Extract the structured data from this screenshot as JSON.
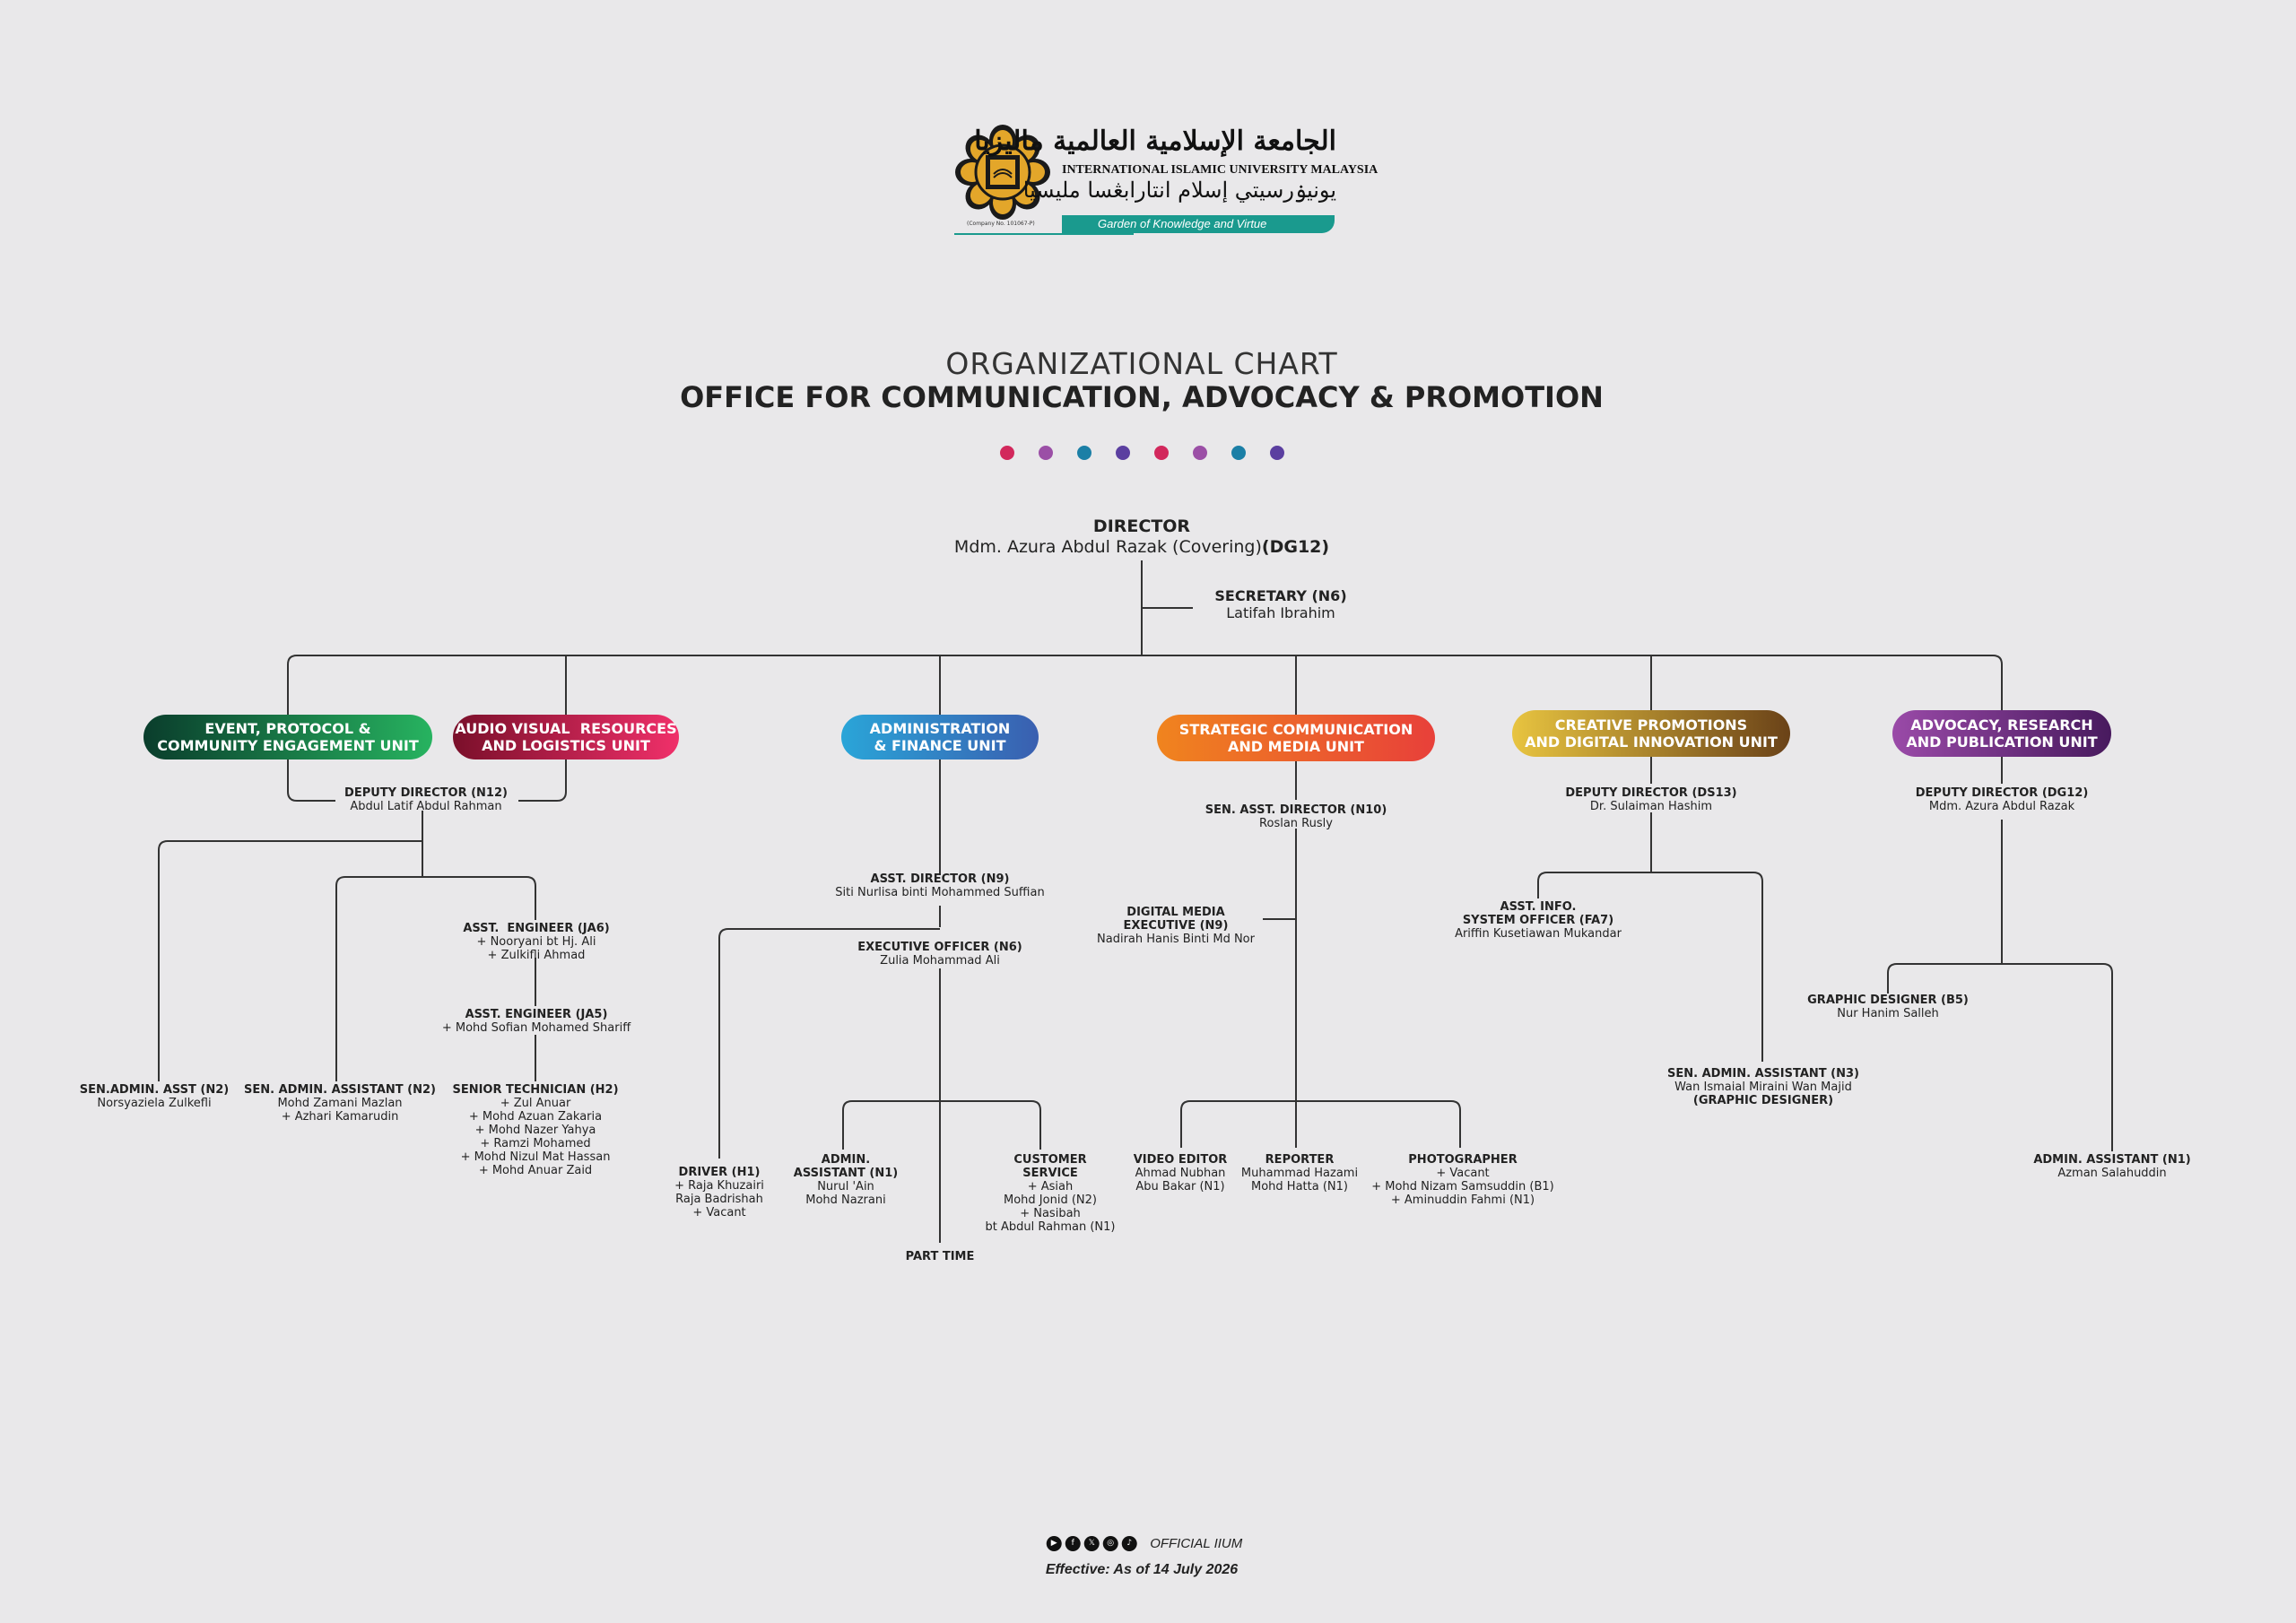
{
  "logo": {
    "arabic": "الجامعة الإسلامية العالمية ماليزيا",
    "english": "INTERNATIONAL ISLAMIC UNIVERSITY MALAYSIA",
    "jawi": "يونيۏرسيتي إسلام انتارابڠسا مليسيا",
    "company_no": "(Company No. 101067-P)",
    "tagline": "Garden of Knowledge and Virtue"
  },
  "header": {
    "title": "ORGANIZATIONAL CHART",
    "subtitle": "OFFICE FOR COMMUNICATION, ADVOCACY & PROMOTION",
    "dot_colors": [
      "#d2285c",
      "#9b4fa6",
      "#1b7fa6",
      "#5b3fa0",
      "#d2285c",
      "#9b4fa6",
      "#1b7fa6",
      "#5b3fa0"
    ]
  },
  "director": {
    "title": "DIRECTOR",
    "name": "Mdm. Azura Abdul Razak (Covering)",
    "grade": "(DG12)"
  },
  "secretary": {
    "title": "SECRETARY (N6)",
    "name": "Latifah Ibrahim"
  },
  "units": [
    {
      "label": "EVENT, PROTOCOL &\nCOMMUNITY ENGAGEMENT UNIT",
      "color_from": "#0a3d2c",
      "color_to": "#27b360"
    },
    {
      "label": "AUDIO VISUAL  RESOURCES\nAND LOGISTICS UNIT",
      "color_from": "#7a0f2a",
      "color_to": "#f0306a"
    },
    {
      "label": "ADMINISTRATION\n& FINANCE UNIT",
      "color_from": "#2aa5d8",
      "color_to": "#3a5fb0"
    },
    {
      "label": "STRATEGIC COMMUNICATION\nAND MEDIA UNIT",
      "color_from": "#f0841e",
      "color_to": "#e8403a"
    },
    {
      "label": "CREATIVE PROMOTIONS\nAND DIGITAL INNOVATION UNIT",
      "color_from": "#e8c440",
      "color_to": "#6a4218"
    },
    {
      "label": "ADVOCACY, RESEARCH\nAND PUBLICATION UNIT",
      "color_from": "#9a4aa8",
      "color_to": "#481a5e"
    }
  ],
  "nodes": {
    "dd_n12": {
      "title": "DEPUTY DIRECTOR (N12)",
      "lines": [
        "Abdul Latif Abdul Rahman"
      ]
    },
    "sen_admin_n2a": {
      "title": "SEN.ADMIN. ASST (N2)",
      "lines": [
        "Norsyaziela Zulkefli"
      ]
    },
    "sen_admin_n2b": {
      "title": "SEN. ADMIN. ASSISTANT (N2)",
      "lines": [
        "Mohd Zamani Mazlan",
        "+ Azhari Kamarudin"
      ]
    },
    "asst_eng_ja6": {
      "title": "ASST.  ENGINEER (JA6)",
      "lines": [
        "+ Nooryani bt Hj. Ali",
        "+ Zulkifli Ahmad"
      ]
    },
    "asst_eng_ja5": {
      "title": "ASST. ENGINEER (JA5)",
      "lines": [
        "+ Mohd Sofian Mohamed Shariff"
      ]
    },
    "senior_tech": {
      "title": "SENIOR TECHNICIAN (H2)",
      "lines": [
        "+ Zul Anuar",
        "+ Mohd Azuan Zakaria",
        "+ Mohd Nazer Yahya",
        "+  Ramzi Mohamed",
        "+ Mohd Nizul Mat Hassan",
        "+ Mohd Anuar Zaid"
      ]
    },
    "asst_dir_n9": {
      "title": "ASST. DIRECTOR (N9)",
      "lines": [
        "Siti Nurlisa binti Mohammed Suffian"
      ]
    },
    "exec_officer": {
      "title": "EXECUTIVE OFFICER (N6)",
      "lines": [
        "Zulia Mohammad Ali"
      ]
    },
    "driver": {
      "title": "DRIVER (H1)",
      "lines": [
        "+ Raja Khuzairi",
        "Raja Badrishah",
        "+ Vacant"
      ]
    },
    "admin_asst_n1a": {
      "title": "ADMIN.\nASSISTANT (N1)",
      "lines": [
        "Nurul 'Ain",
        "Mohd Nazrani"
      ]
    },
    "customer_service": {
      "title": "CUSTOMER\nSERVICE",
      "lines": [
        "+ Asiah",
        "Mohd Jonid (N2)",
        "+ Nasibah",
        "bt Abdul Rahman (N1)"
      ]
    },
    "part_time": {
      "title": "PART TIME",
      "lines": []
    },
    "sen_asst_dir_n10": {
      "title": "SEN. ASST. DIRECTOR (N10)",
      "lines": [
        "Roslan Rusly"
      ]
    },
    "digital_media": {
      "title": "DIGITAL MEDIA\nEXECUTIVE (N9)",
      "lines": [
        "Nadirah Hanis Binti Md Nor"
      ]
    },
    "video_editor": {
      "title": "VIDEO EDITOR",
      "lines": [
        "Ahmad Nubhan",
        "Abu Bakar (N1)"
      ]
    },
    "reporter": {
      "title": "REPORTER",
      "lines": [
        "Muhammad Hazami",
        "Mohd Hatta (N1)"
      ]
    },
    "photographer": {
      "title": "PHOTOGRAPHER",
      "lines": [
        "+ Vacant",
        "+ Mohd Nizam Samsuddin (B1)",
        "+ Aminuddin Fahmi (N1)"
      ]
    },
    "dd_ds13": {
      "title": "DEPUTY DIRECTOR (DS13)",
      "lines": [
        "Dr. Sulaiman Hashim"
      ]
    },
    "asst_info": {
      "title": "ASST. INFO.\nSYSTEM OFFICER (FA7)",
      "lines": [
        "Ariffin Kusetiawan Mukandar"
      ]
    },
    "sen_admin_n3": {
      "title": "SEN. ADMIN. ASSISTANT (N3)",
      "lines": [
        "Wan Ismaial Miraini Wan Majid"
      ],
      "extra": "(GRAPHIC DESIGNER)"
    },
    "dd_dg12": {
      "title": "DEPUTY DIRECTOR (DG12)",
      "lines": [
        "Mdm. Azura Abdul Razak"
      ]
    },
    "graphic_designer": {
      "title": "GRAPHIC DESIGNER (B5)",
      "lines": [
        "Nur Hanim Salleh"
      ]
    },
    "admin_asst_n1b": {
      "title": "ADMIN. ASSISTANT (N1)",
      "lines": [
        "Azman Salahuddin"
      ]
    }
  },
  "footer": {
    "social_icons": [
      "youtube-icon",
      "facebook-icon",
      "x-icon",
      "instagram-icon",
      "tiktok-icon"
    ],
    "handle": "OFFICIAL IIUM",
    "effective": "Effective: As of  14 July 2026"
  }
}
